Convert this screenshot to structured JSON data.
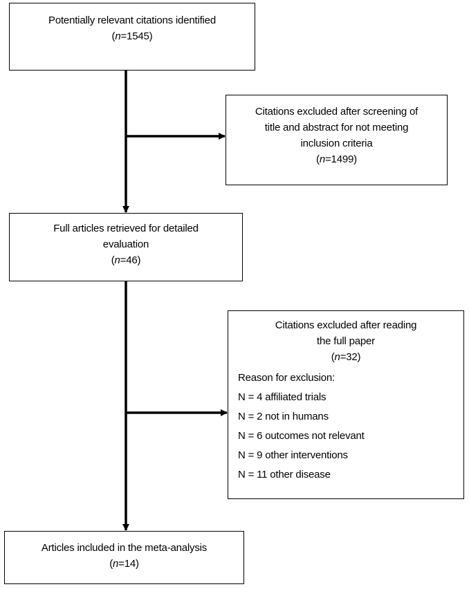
{
  "identified": {
    "text": "Potentially relevant citations identified",
    "n_prefix": "(",
    "n_label": "n",
    "n_value": "=1545)"
  },
  "excluded_screening": {
    "line1": "Citations excluded after screening of",
    "line2": "title and abstract for not meeting",
    "line3": "inclusion criteria",
    "n_prefix": "(",
    "n_label": "n",
    "n_value": "=1499)"
  },
  "full_articles": {
    "line1": "Full articles retrieved for detailed",
    "line2": "evaluation",
    "n_prefix": "(",
    "n_label": "n",
    "n_value": "=46)"
  },
  "excluded_full": {
    "line1": "Citations excluded after reading",
    "line2": "the full paper",
    "n_prefix": "(",
    "n_label": "n",
    "n_value": "=32)",
    "reason_heading": "Reason for exclusion:",
    "reasons": [
      "N = 4 affiliated trials",
      "N = 2 not in humans",
      "N = 6 outcomes not relevant",
      "N = 9 other interventions",
      "N = 11 other disease"
    ]
  },
  "included": {
    "text": "Articles included in the meta-analysis",
    "n_prefix": "(",
    "n_label": "n",
    "n_value": "=14)"
  }
}
